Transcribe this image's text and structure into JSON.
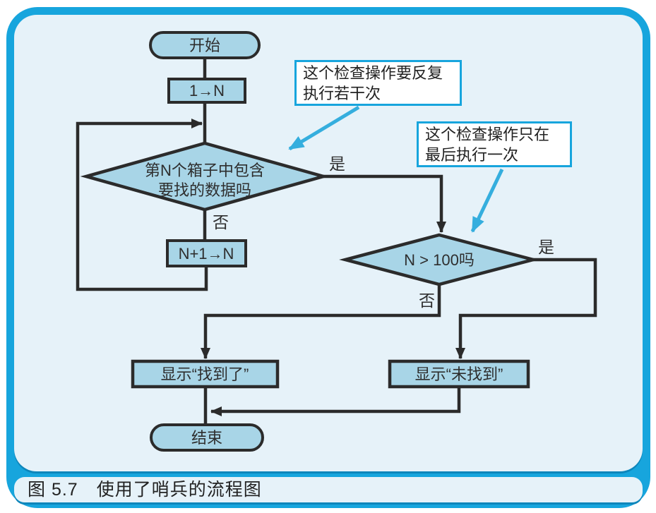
{
  "figure": {
    "caption": "图 5.7　使用了哨兵的流程图"
  },
  "flowchart": {
    "nodes": {
      "start": {
        "label": "开始"
      },
      "init": {
        "label": "1→N"
      },
      "check_box": {
        "line1": "第N个箱子中包含",
        "line2": "要找的数据吗"
      },
      "increment": {
        "label": "N+1→N"
      },
      "check_sentinel": {
        "label": "N > 100吗"
      },
      "display_found": {
        "label": "显示“找到了”"
      },
      "display_not_found": {
        "label": "显示“未找到”"
      },
      "end": {
        "label": "结束"
      }
    },
    "branch_labels": {
      "yes1": "是",
      "no1": "否",
      "yes2": "是",
      "no2": "否"
    },
    "callouts": {
      "repeat": {
        "line1": "这个检查操作要反复",
        "line2": "执行若干次"
      },
      "once": {
        "line1": "这个检查操作只在",
        "line2": "最后执行一次"
      }
    },
    "colors": {
      "frame_cyan": "#17a5dd",
      "frame_cyan_shadow": "#0e86bb",
      "panel_background": "#e6f2f9",
      "shape_fill": "#a8d5e7",
      "shape_stroke": "#2b2b2b",
      "callout_border": "#17a5dd",
      "text": "#2e2e2e"
    }
  }
}
